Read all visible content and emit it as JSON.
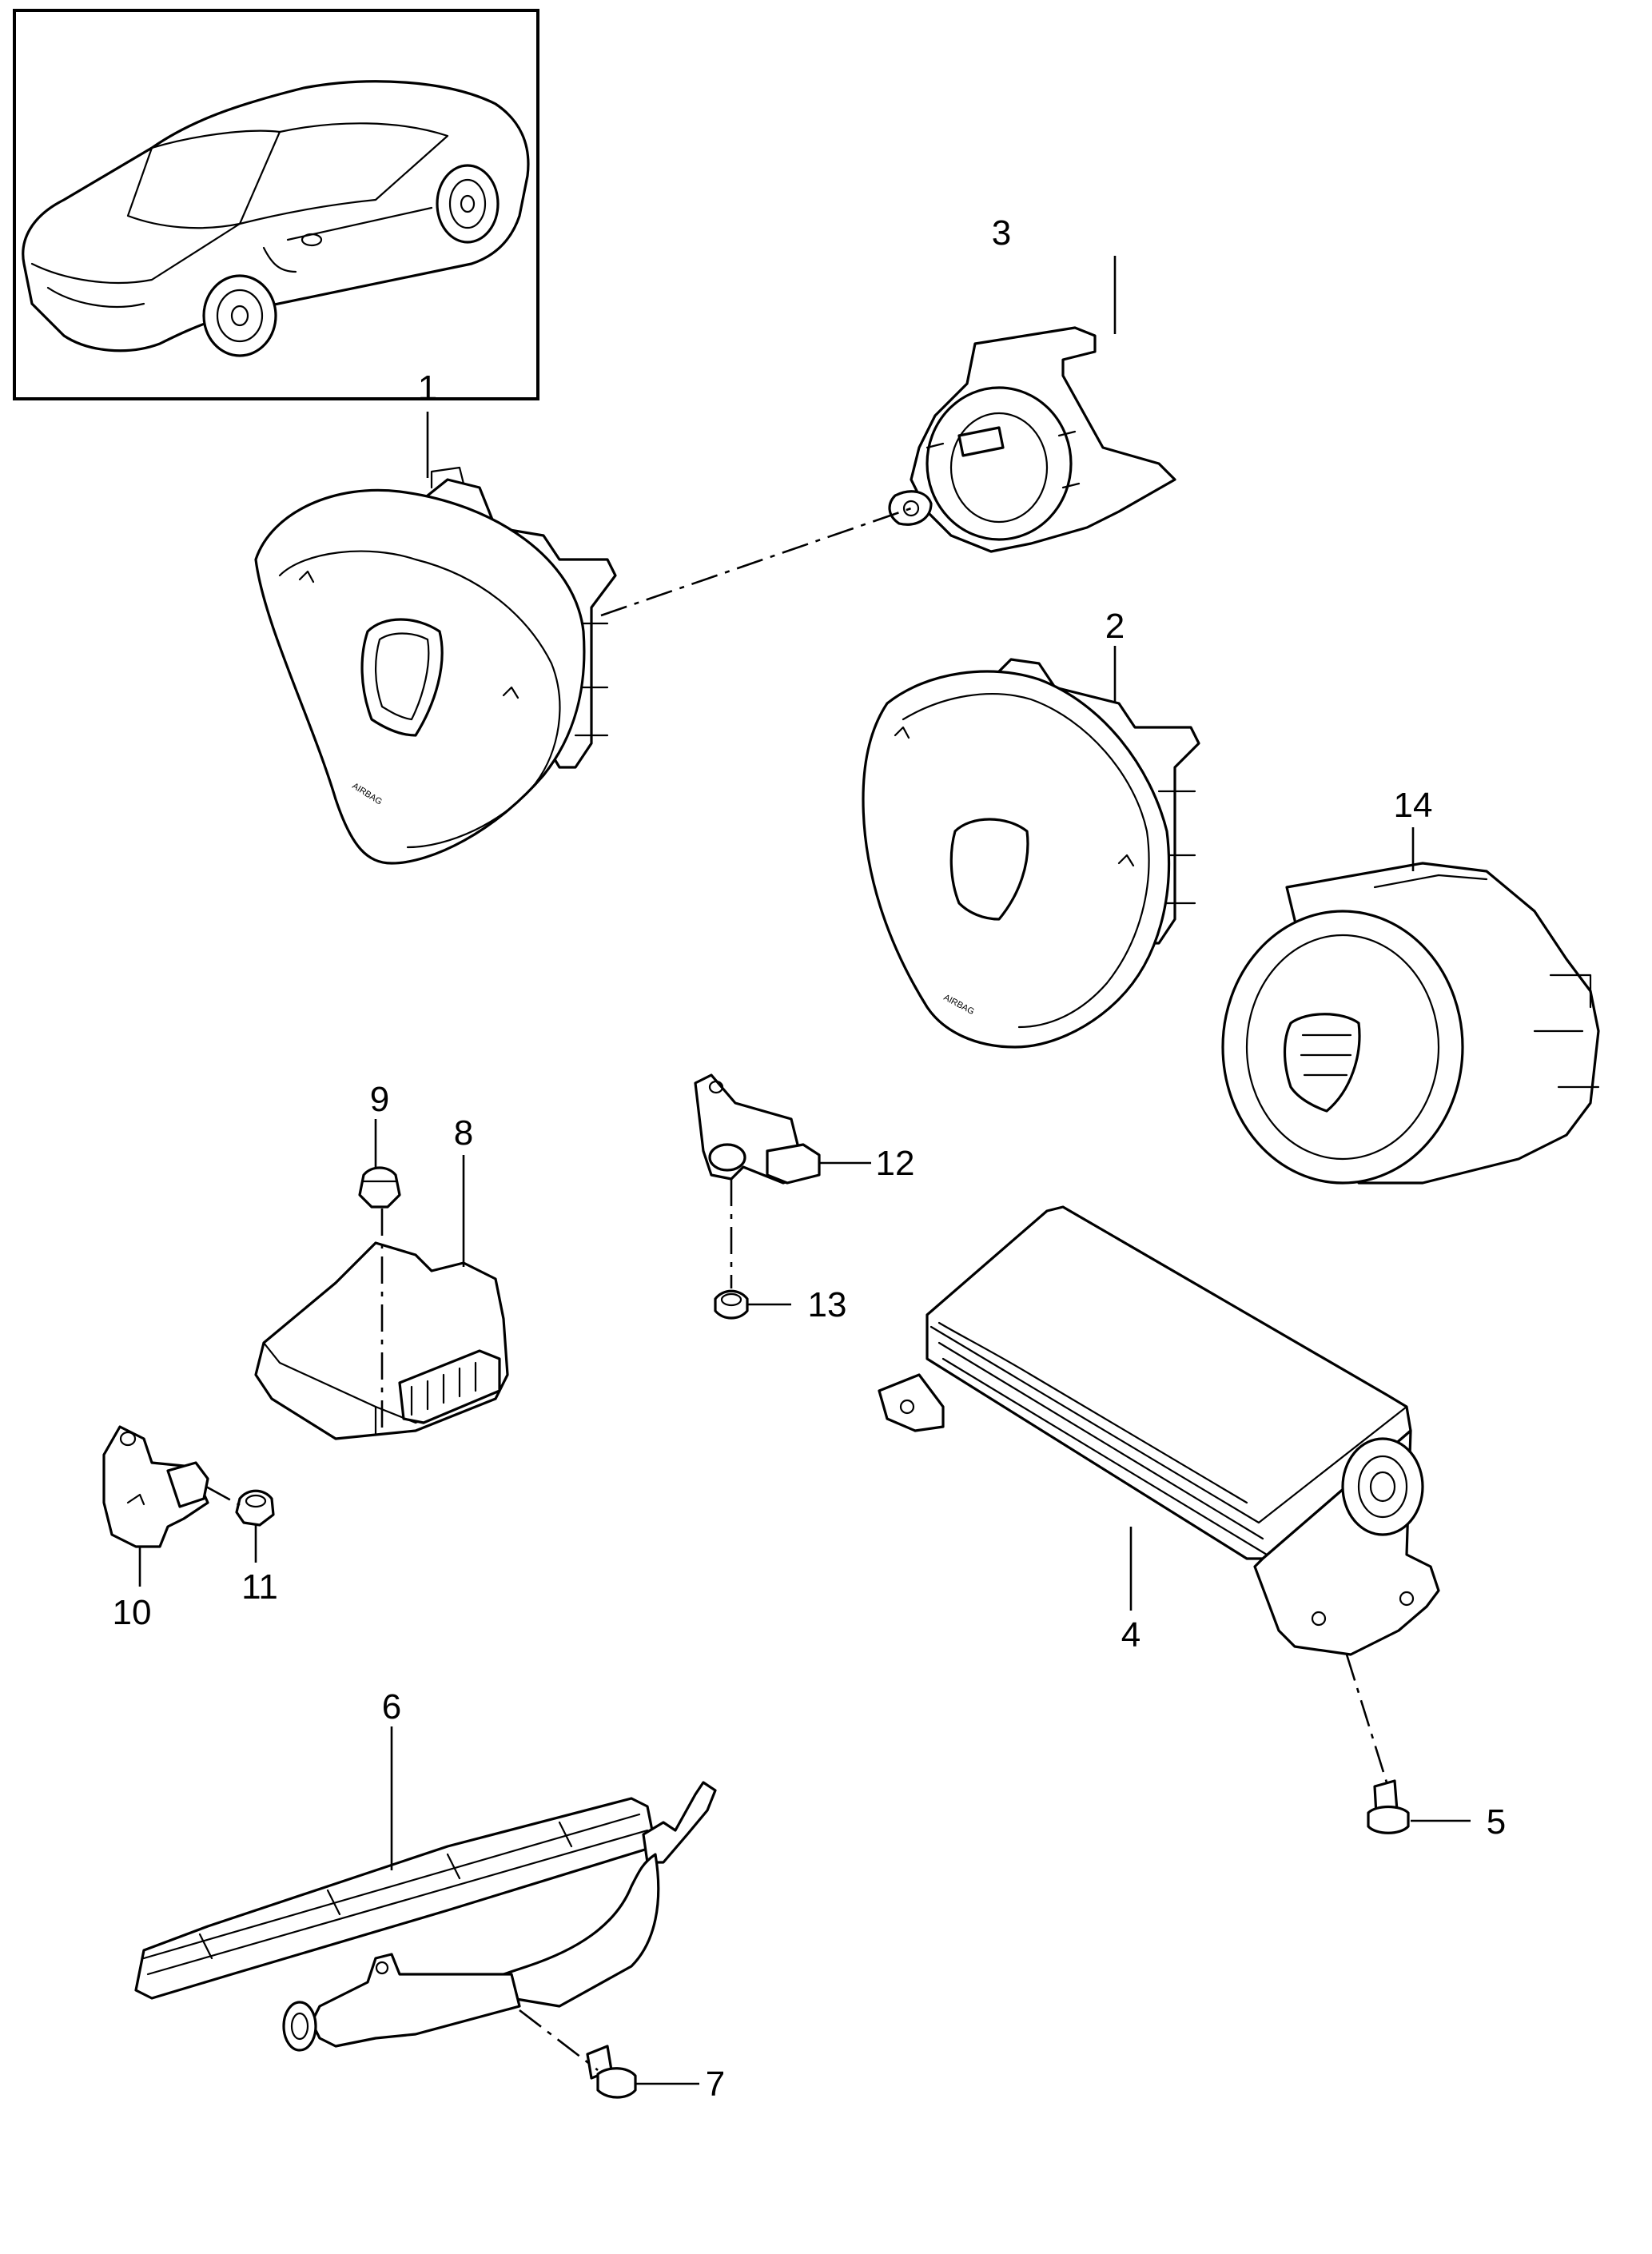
{
  "diagram": {
    "callouts": [
      {
        "id": "1",
        "label": "1"
      },
      {
        "id": "2",
        "label": "2"
      },
      {
        "id": "3",
        "label": "3"
      },
      {
        "id": "4",
        "label": "4"
      },
      {
        "id": "5",
        "label": "5"
      },
      {
        "id": "6",
        "label": "6"
      },
      {
        "id": "7",
        "label": "7"
      },
      {
        "id": "8",
        "label": "8"
      },
      {
        "id": "9",
        "label": "9"
      },
      {
        "id": "10",
        "label": "10"
      },
      {
        "id": "11",
        "label": "11"
      },
      {
        "id": "12",
        "label": "12"
      },
      {
        "id": "13",
        "label": "13"
      },
      {
        "id": "14",
        "label": "14"
      }
    ],
    "embossed": {
      "airbag_1": "AIRBAG",
      "airbag_2": "AIRBAG"
    },
    "colors": {
      "line": "#000000",
      "background": "#ffffff"
    }
  }
}
